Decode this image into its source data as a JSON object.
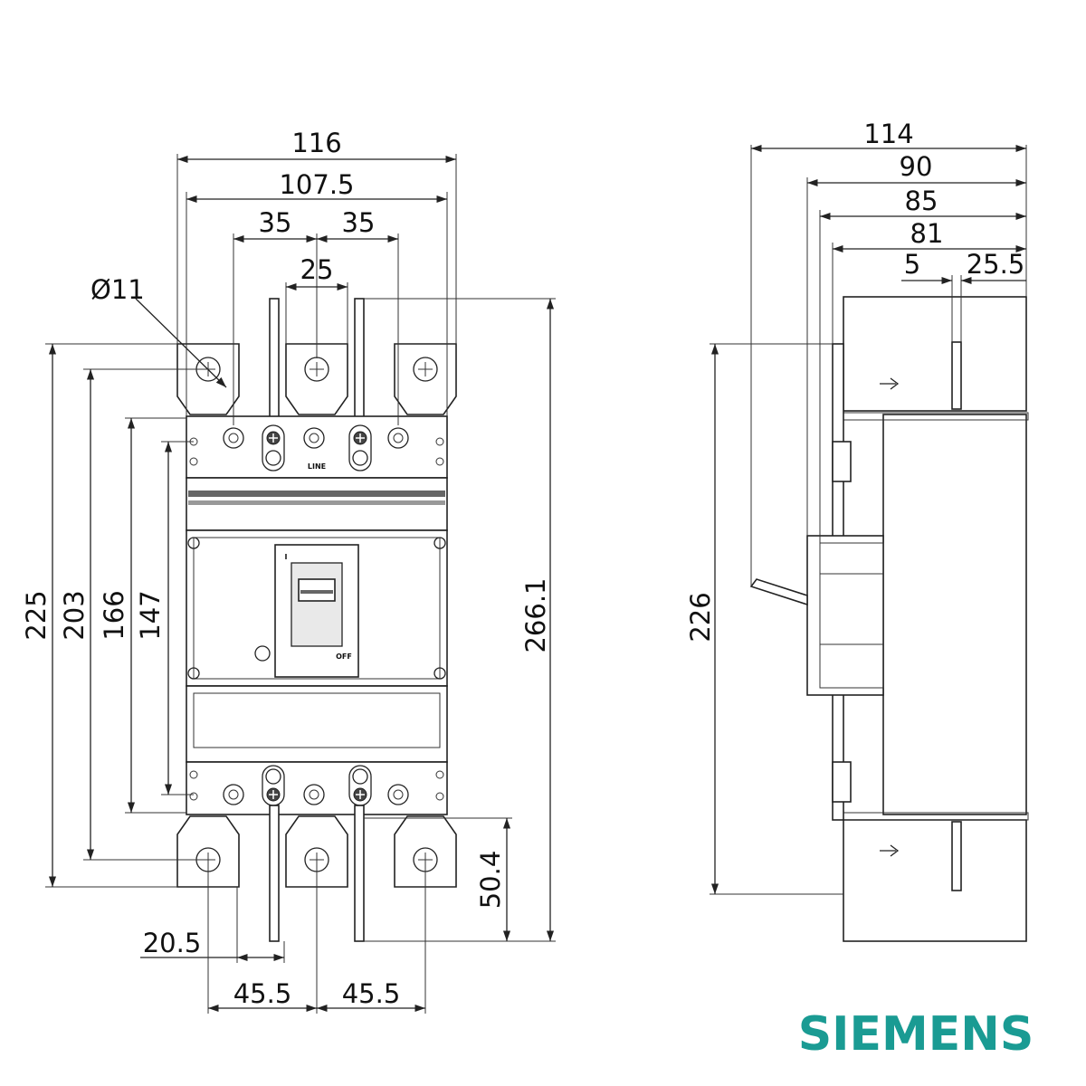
{
  "front_view": {
    "dims": {
      "width_overall": "116",
      "width_terminals": "107.5",
      "pitch_left": "35",
      "pitch_right": "35",
      "center_span": "25",
      "hole_dia": "Ø11",
      "height_225": "225",
      "height_203": "203",
      "height_166": "166",
      "height_147": "147",
      "height_overall": "266.1",
      "bottom_504": "50.4",
      "bottom_205": "20.5",
      "bottom_pitch_left": "45.5",
      "bottom_pitch_right": "45.5"
    },
    "labels": {
      "line": "LINE",
      "on": "I",
      "off": "OFF"
    }
  },
  "side_view": {
    "dims": {
      "depth_114": "114",
      "depth_90": "90",
      "depth_85": "85",
      "depth_81": "81",
      "offset_5": "5",
      "offset_255": "25.5",
      "height_226": "226"
    }
  },
  "brand": {
    "name": "SIEMENS",
    "color": "#1a9b93"
  }
}
